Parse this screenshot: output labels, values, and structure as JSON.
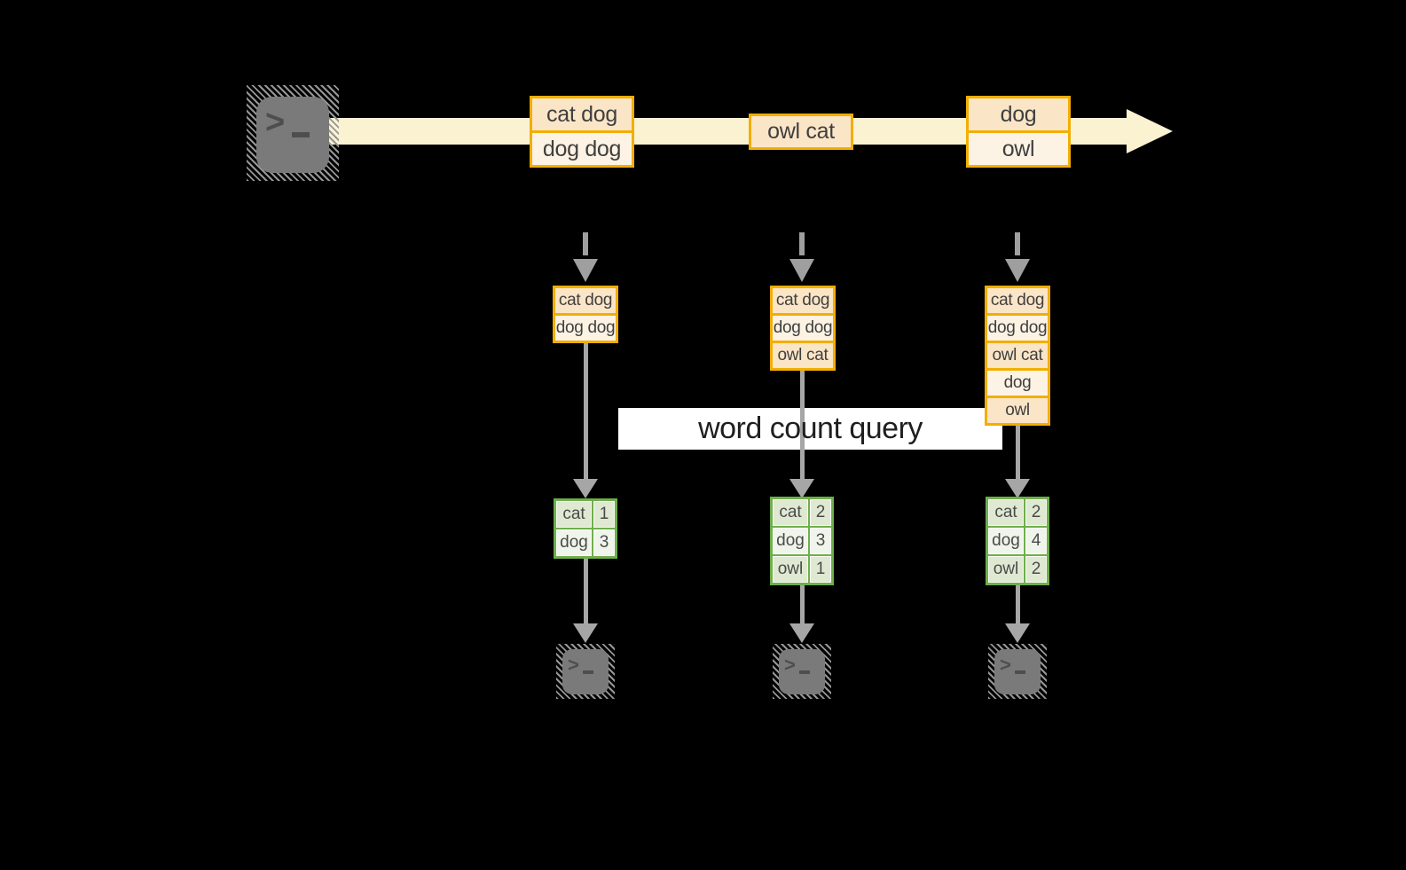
{
  "query": {
    "label": "word count query"
  },
  "stream": {
    "events": [
      {
        "rows": [
          "cat dog",
          "dog dog"
        ]
      },
      {
        "rows": [
          "owl cat"
        ]
      },
      {
        "rows": [
          "dog",
          "owl"
        ]
      }
    ]
  },
  "batches": [
    {
      "rows": [
        "cat dog",
        "dog dog"
      ]
    },
    {
      "rows": [
        "cat dog",
        "dog dog",
        "owl cat"
      ]
    },
    {
      "rows": [
        "cat dog",
        "dog dog",
        "owl cat",
        "dog",
        "owl"
      ]
    }
  ],
  "results": [
    {
      "rows": [
        [
          "cat",
          "1"
        ],
        [
          "dog",
          "3"
        ]
      ]
    },
    {
      "rows": [
        [
          "cat",
          "2"
        ],
        [
          "dog",
          "3"
        ],
        [
          "owl",
          "1"
        ]
      ]
    },
    {
      "rows": [
        [
          "cat",
          "2"
        ],
        [
          "dog",
          "4"
        ],
        [
          "owl",
          "2"
        ]
      ]
    }
  ],
  "icons": {
    "source": "terminal-icon",
    "sinks": [
      "terminal-icon",
      "terminal-icon",
      "terminal-icon"
    ]
  },
  "colors": {
    "background": "#000000",
    "stream_band": "#fbf2d2",
    "event_fill_dark": "#fbe5c7",
    "event_fill_light": "#fdf3e4",
    "event_border": "#f2ae02",
    "table_border": "#6fae4c",
    "table_fill_dark": "#dfe9d2",
    "table_fill_light": "#f0f5eb",
    "arrow_gray": "#a6a6a6",
    "terminal_gray": "#7a7a7a"
  }
}
